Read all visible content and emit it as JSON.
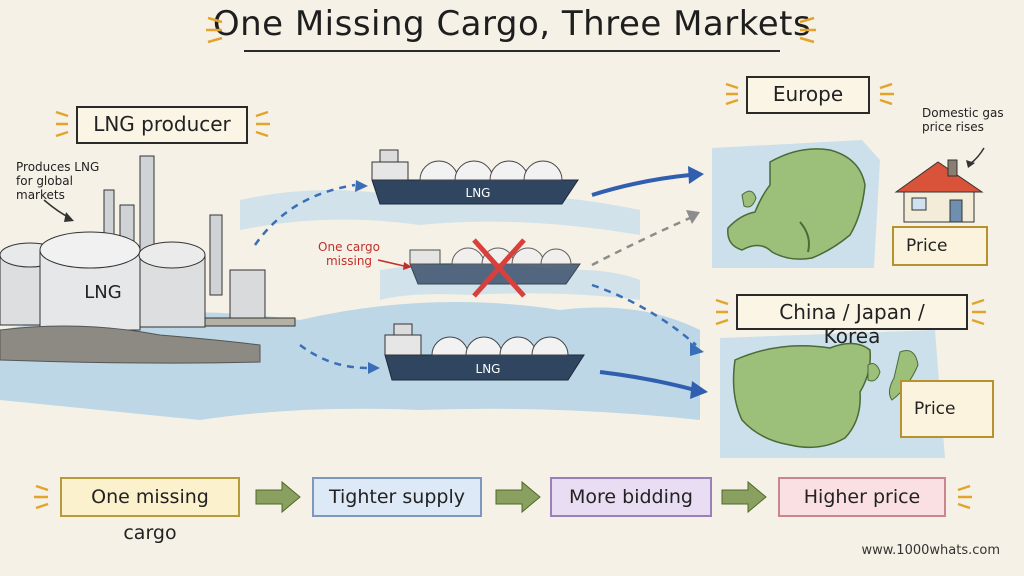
{
  "title": "One Missing Cargo, Three Markets",
  "producer": {
    "label": "LNG producer",
    "note": "Produces LNG for global markets",
    "tank_label": "LNG"
  },
  "ships": {
    "top_label": "LNG",
    "bottom_label": "LNG",
    "missing_note": "One cargo missing"
  },
  "europe": {
    "label": "Europe",
    "note": "Domestic gas price rises",
    "price_label": "Price"
  },
  "asia": {
    "label": "China / Japan / Korea",
    "price_label": "Price"
  },
  "flow": {
    "steps": [
      "One missing cargo",
      "Tighter supply",
      "More bidding",
      "Higher price"
    ]
  },
  "footer": {
    "url": "www.1000whats.com"
  },
  "colors": {
    "sea": "#a9cde6",
    "ship_hull": "#2f4560",
    "arrow_blue": "#2f5fae",
    "cross_red": "#d9403b",
    "price_arrow": "#d23a3a",
    "land_green": "#9cbf7a"
  }
}
